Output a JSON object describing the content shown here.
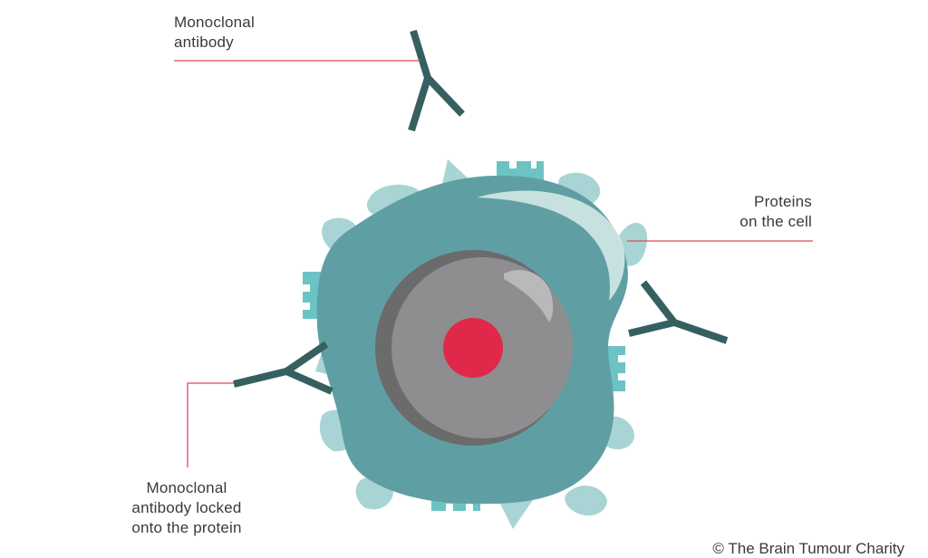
{
  "labels": {
    "antibody": {
      "line1": "Monoclonal",
      "line2": "antibody"
    },
    "proteins": {
      "line1": "Proteins",
      "line2": "on the cell"
    },
    "locked": {
      "line1": "Monoclonal",
      "line2": "antibody locked",
      "line3": "onto the protein"
    }
  },
  "copyright": "© The Brain Tumour Charity",
  "colors": {
    "background": "#ffffff",
    "cell_body": "#5f9fa4",
    "protein_light": "#a8d4d5",
    "protein_notched": "#6cc3c3",
    "antibody": "#36605f",
    "nucleus": "#8e8e90",
    "nucleus_shadow": "#6b6b6c",
    "nucleolus": "#e0294a",
    "highlight": "#d9ecec",
    "leader_line": "#d94a5c",
    "text": "#3a3a3a"
  }
}
